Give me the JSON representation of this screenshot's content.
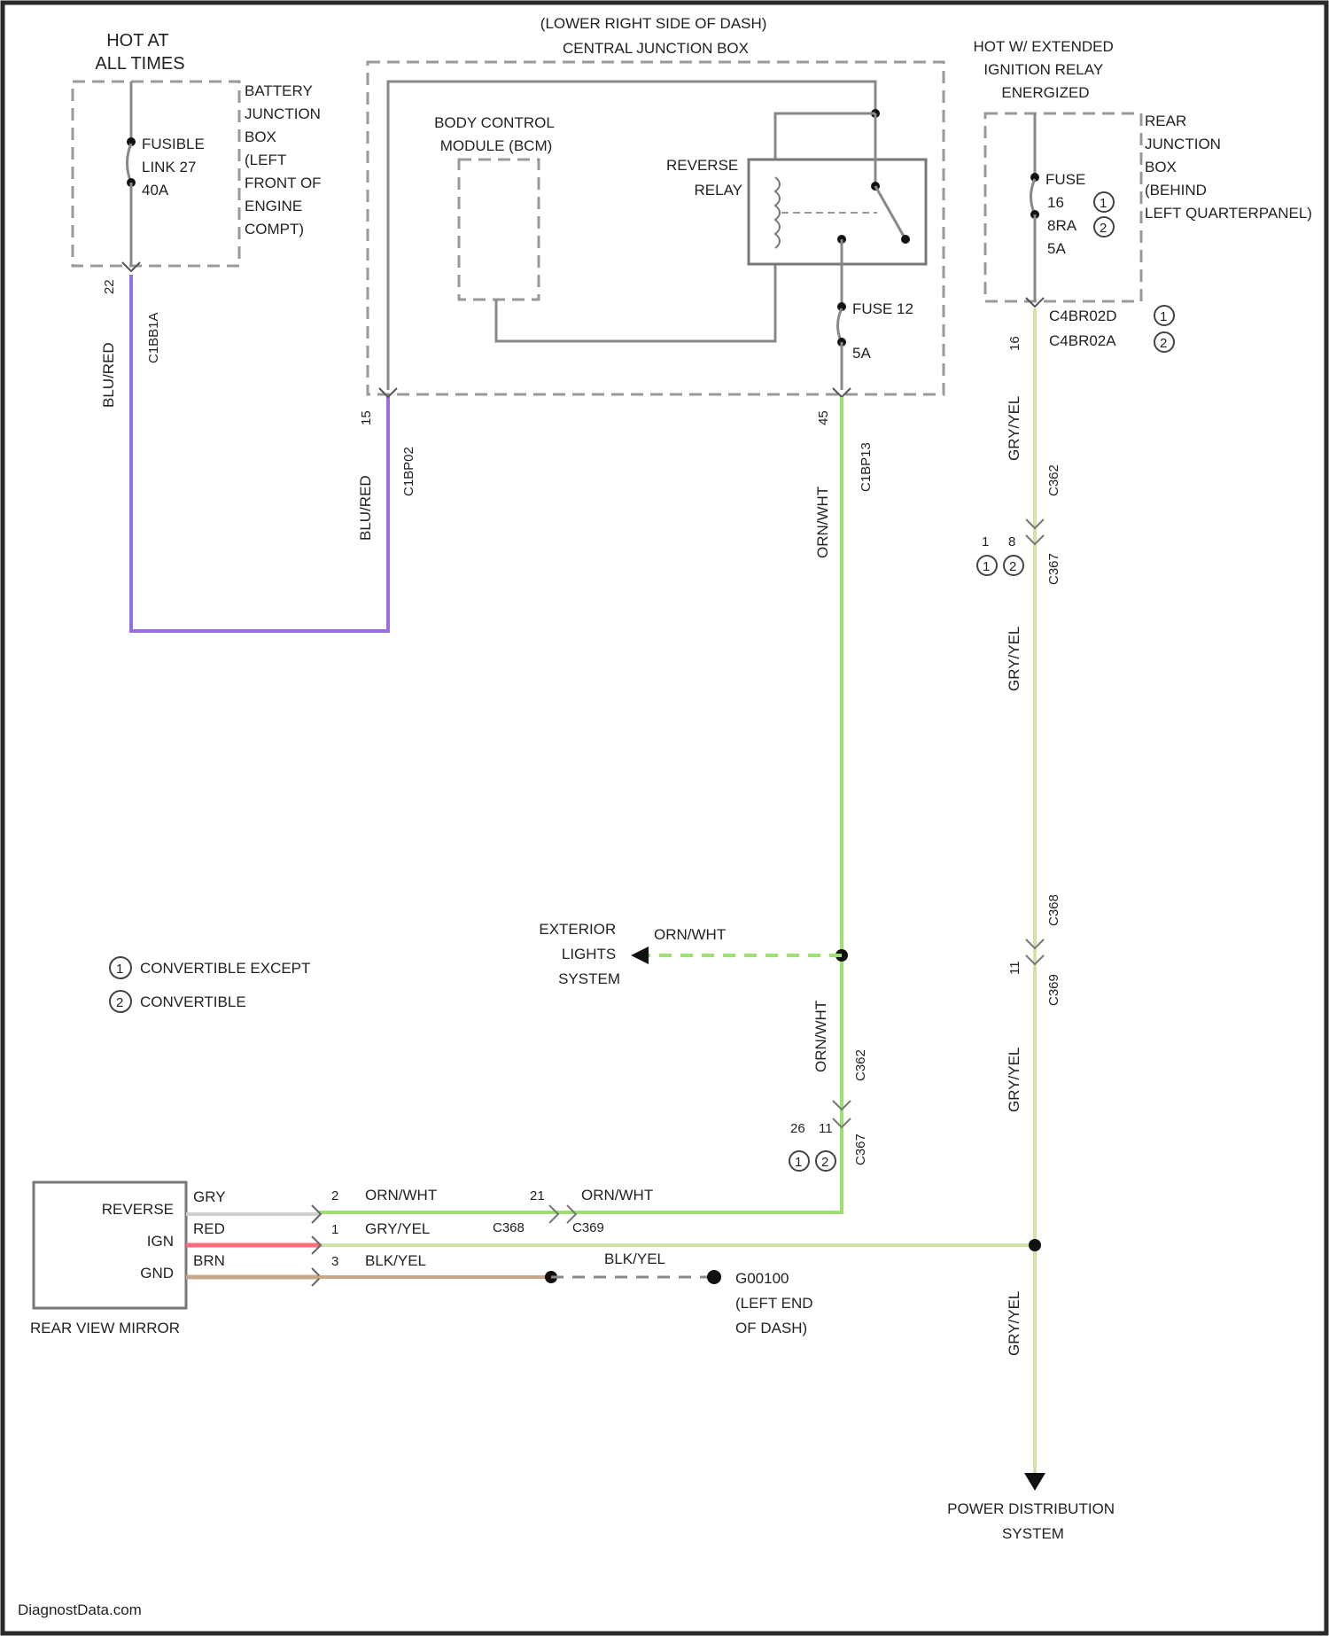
{
  "colors": {
    "border": "#2a2a2a",
    "wire_gray": "#8a8a8a",
    "blu_red": "#9a6ee0",
    "org_wht": "#9ee070",
    "gry_yel": "#d2e3a8",
    "red": "#ff6b7a",
    "brn": "#c8a88a"
  },
  "battery_jb": {
    "hot_label": [
      "HOT AT",
      "ALL TIMES"
    ],
    "name": [
      "BATTERY",
      "JUNCTION",
      "BOX",
      "(LEFT",
      "FRONT OF",
      "ENGINE",
      "COMPT)"
    ],
    "fuse": [
      "FUSIBLE",
      "LINK 27",
      "40A"
    ],
    "pin": "22",
    "connector": "C1BB1A",
    "wire_color": "BLU/RED"
  },
  "central_jb": {
    "title": [
      "(LOWER RIGHT SIDE OF DASH)",
      "CENTRAL JUNCTION BOX"
    ],
    "bcm": [
      "BODY CONTROL",
      "MODULE (BCM)"
    ],
    "relay": [
      "REVERSE",
      "RELAY"
    ],
    "fuse": [
      "FUSE 12",
      "5A"
    ],
    "left_pin": "15",
    "left_connector": "C1BP02",
    "left_wire_color": "BLU/RED",
    "right_pin": "45",
    "right_connector": "C1BP13",
    "right_wire_color": "ORN/WHT"
  },
  "rear_jb": {
    "hot_label": [
      "HOT W/ EXTENDED",
      "IGNITION RELAY",
      "ENERGIZED"
    ],
    "name": [
      "REAR",
      "JUNCTION",
      "BOX",
      "(BEHIND",
      "LEFT QUARTERPANEL)"
    ],
    "fuse": [
      "FUSE",
      "16",
      "8RA",
      "5A"
    ],
    "ref_a": "1",
    "ref_b": "2",
    "pin": "16",
    "connectors": [
      "C4BR02D",
      "C4BR02A"
    ],
    "wire_color": "GRY/YEL"
  },
  "upper_inline": {
    "pin_a": "1",
    "pin_b": "8",
    "connectors": [
      "C362",
      "C367"
    ],
    "wire_color": "GRY/YEL"
  },
  "mid_inline": {
    "pin": "11",
    "connectors": [
      "C368",
      "C369"
    ],
    "wire_color": "GRY/YEL"
  },
  "exterior": {
    "label": [
      "EXTERIOR",
      "LIGHTS",
      "SYSTEM"
    ],
    "wire_color": "ORN/WHT"
  },
  "lower_inline": {
    "pin_a": "26",
    "pin_b": "11",
    "connectors": [
      "C362",
      "C367"
    ],
    "wire_color": "ORN/WHT"
  },
  "legend": {
    "items": [
      {
        "num": "1",
        "text": "CONVERTIBLE EXCEPT"
      },
      {
        "num": "2",
        "text": "CONVERTIBLE"
      }
    ]
  },
  "mirror": {
    "name": "REAR VIEW MIRROR",
    "pins": [
      "REVERSE",
      "IGN",
      "GND"
    ],
    "wire_tags": [
      "GRY",
      "RED",
      "BRN"
    ],
    "wires": [
      {
        "pin": "2",
        "color": "ORN/WHT"
      },
      {
        "pin": "1",
        "color": "GRY/YEL"
      },
      {
        "pin": "3",
        "color": "BLK/YEL"
      }
    ]
  },
  "c368_splice": {
    "pin": "21",
    "connectors": [
      "C368",
      "C369"
    ],
    "wire_color": "ORN/WHT"
  },
  "ground": {
    "wire_color": "BLK/YEL",
    "label": [
      "G00100",
      "(LEFT END",
      "OF DASH)"
    ]
  },
  "power_distribution": [
    "POWER DISTRIBUTION",
    "SYSTEM"
  ],
  "gry_yel_lower": "GRY/YEL",
  "watermark": "DiagnostData.com"
}
